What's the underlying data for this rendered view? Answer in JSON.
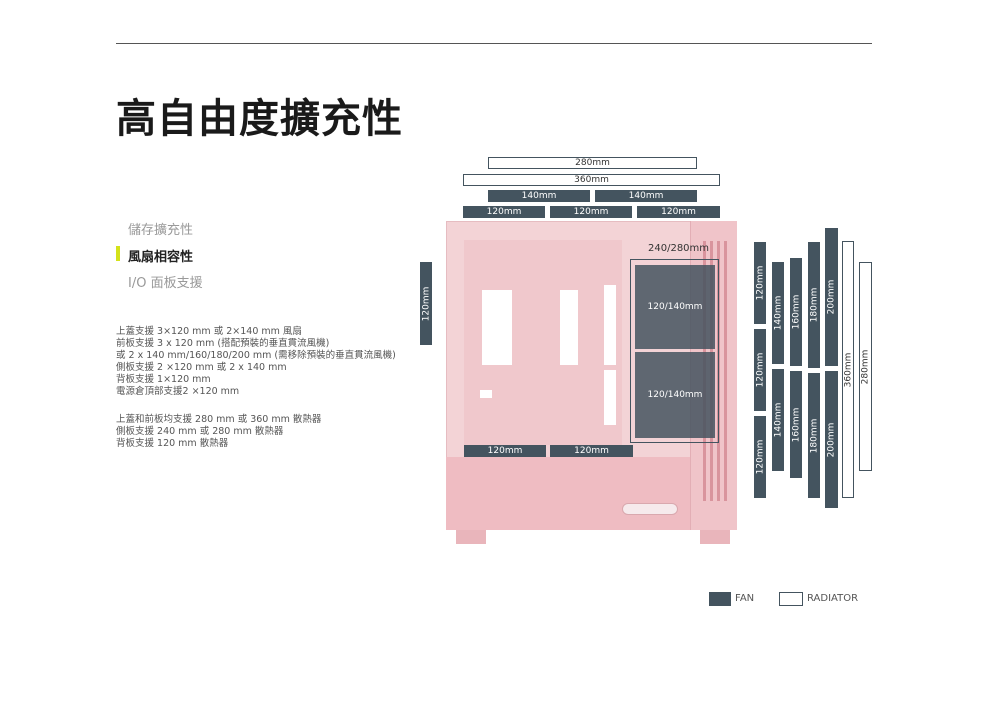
{
  "title": "高自由度擴充性",
  "nav": [
    {
      "label": "儲存擴充性",
      "active": false
    },
    {
      "label": "風扇相容性",
      "active": true
    },
    {
      "label": "I/O 面板支援",
      "active": false
    }
  ],
  "fan_support": [
    "上蓋支援 3×120 mm 或 2×140 mm 風扇",
    "前板支援 3 x 120 mm (搭配預裝的垂直貫流風機)",
    "或 2 x 140 mm/160/180/200 mm (需移除預裝的垂直貫流風機)",
    "側板支援 2 ×120 mm 或 2 x 140 mm",
    "背板支援 1×120 mm",
    "電源倉頂部支援2 ×120 mm"
  ],
  "radiator_support": [
    "上蓋和前板均支援 280 mm 或 360 mm 散熱器",
    "側板支援 240 mm 或 280 mm 散熱器",
    "背板支援 120 mm 散熱器"
  ],
  "top": {
    "rad280": "280mm",
    "rad360": "360mm",
    "fan140": [
      "140mm",
      "140mm"
    ],
    "fan120": [
      "120mm",
      "120mm",
      "120mm"
    ]
  },
  "rear": "120mm",
  "side": {
    "radiator": "240/280mm",
    "fans": [
      "120/140mm",
      "120/140mm"
    ]
  },
  "bottom": [
    "120mm",
    "120mm"
  ],
  "front": {
    "c120": [
      "120mm",
      "120mm",
      "120mm"
    ],
    "c140": [
      "140mm",
      "140mm"
    ],
    "c160": [
      "160mm",
      "160mm"
    ],
    "c180": [
      "180mm",
      "180mm"
    ],
    "c200": [
      "200mm",
      "200mm"
    ],
    "rad360": "360mm",
    "rad280": "280mm"
  },
  "legend": {
    "fan": "FAN",
    "radiator": "RADIATOR"
  },
  "colors": {
    "fan": "#44545f",
    "accent": "#d4e21a",
    "case": "#f3d3d6"
  }
}
